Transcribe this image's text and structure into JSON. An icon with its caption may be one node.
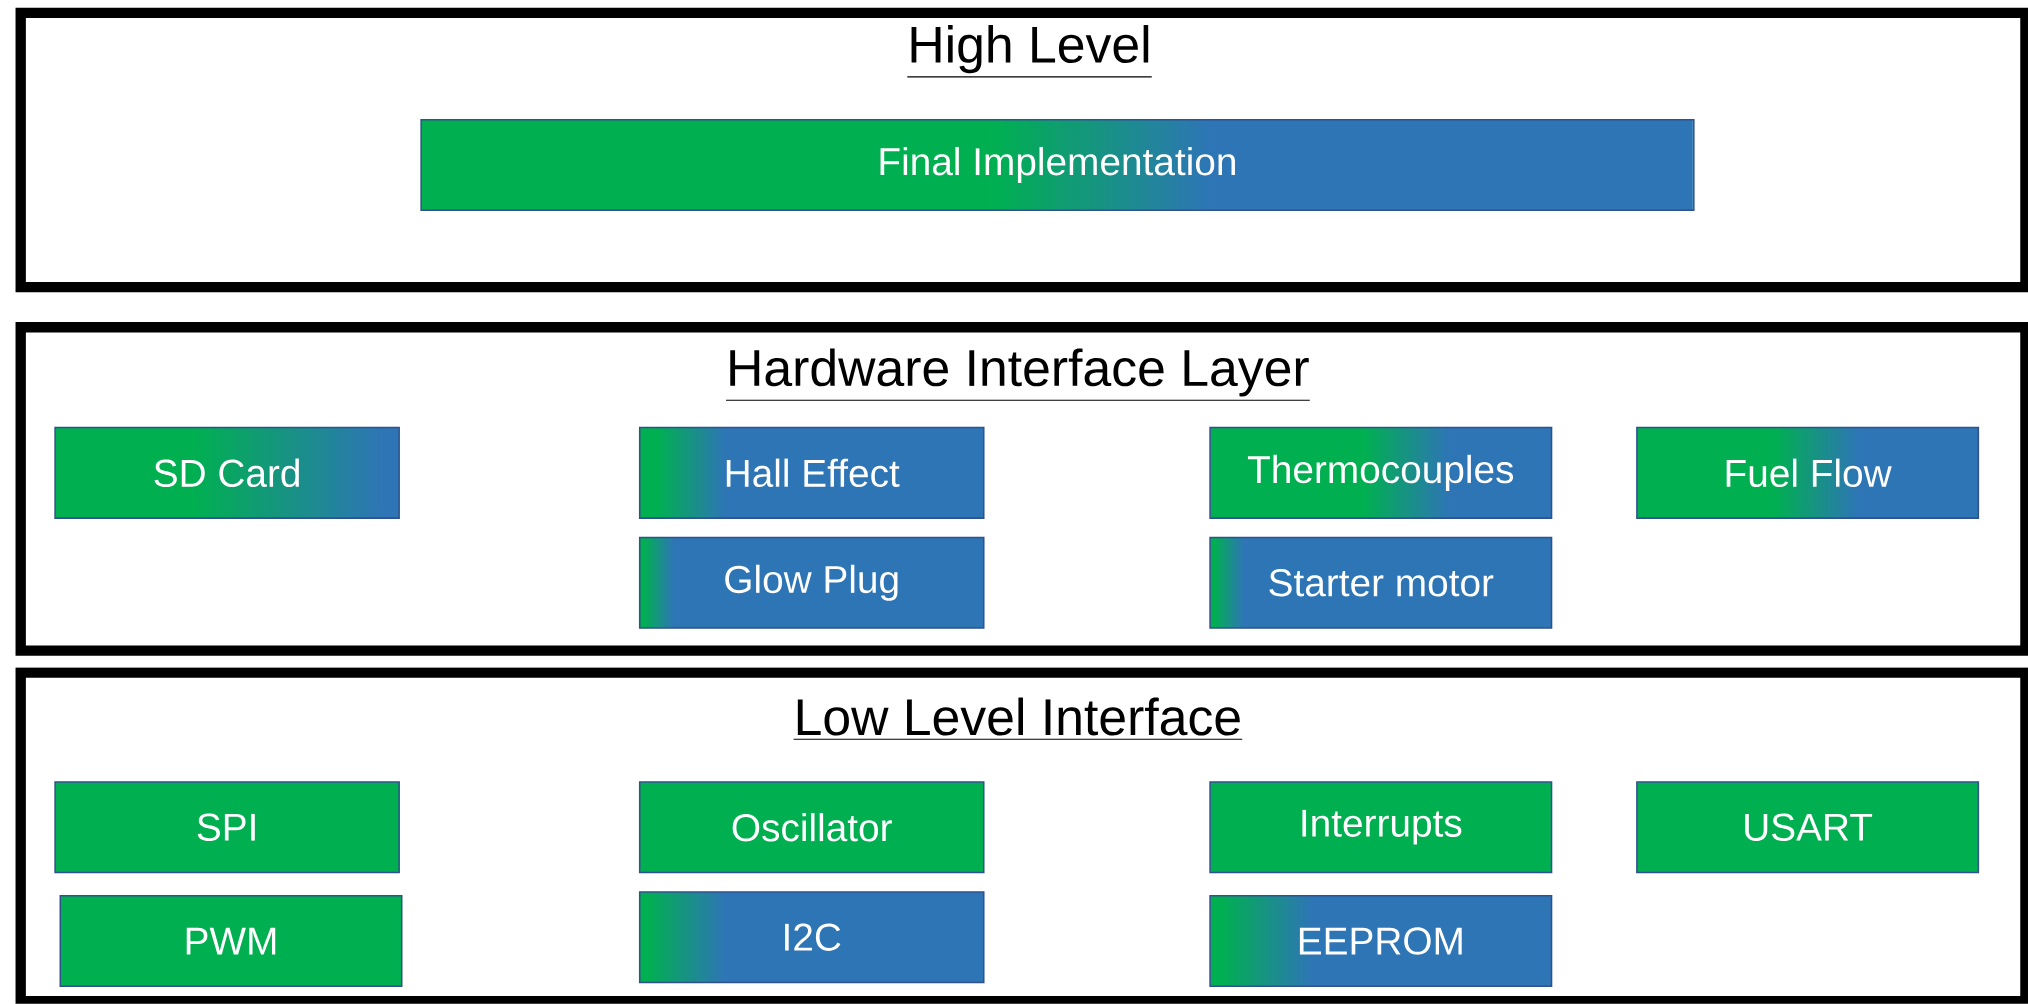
{
  "diagram": {
    "nodes": [
      {
        "text": [
          "High Level"
        ]
      },
      {
        "text": [
          "Final Implementation"
        ],
        "in": 0
      },
      {
        "text": [
          "Hardware Interface Layer"
        ]
      },
      {
        "text": [
          "SD Card"
        ],
        "in": 2
      },
      {
        "text": [
          "Hall Effect"
        ],
        "in": 2
      },
      {
        "text": [
          "Thermocouples"
        ],
        "in": 2
      },
      {
        "text": [
          "Fuel Flow"
        ],
        "in": 2
      },
      {
        "text": [
          "Glow Plug"
        ],
        "in": 2
      },
      {
        "text": [
          "Starter motor"
        ],
        "in": 2
      },
      {
        "text": [
          "Low Level Interface"
        ]
      },
      {
        "text": [
          "SPI"
        ],
        "in": 9
      },
      {
        "text": [
          "Oscillator"
        ],
        "in": 9
      },
      {
        "text": [
          "Interrupts"
        ],
        "in": 9
      },
      {
        "text": [
          "USART"
        ],
        "in": 9
      },
      {
        "text": [
          "PWM"
        ],
        "in": 9
      },
      {
        "text": [
          "I2C"
        ],
        "in": 9
      },
      {
        "text": [
          "EEPROM"
        ],
        "in": 9
      }
    ]
  }
}
